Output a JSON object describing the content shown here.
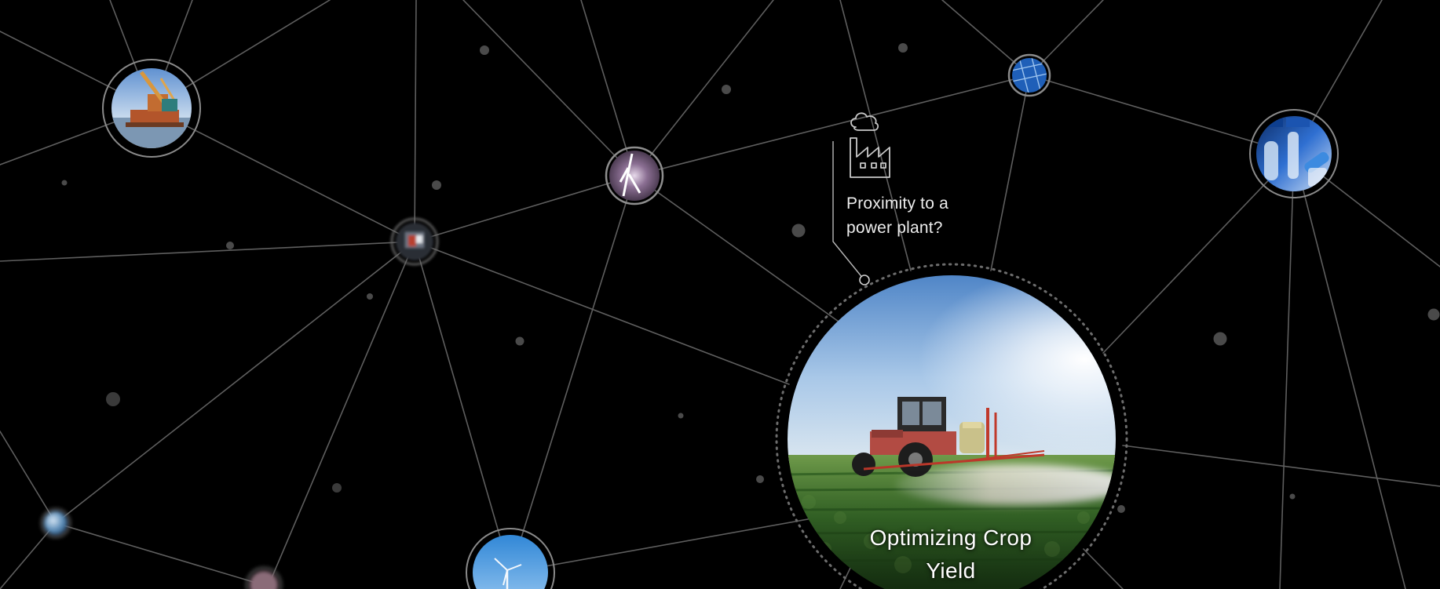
{
  "callout": {
    "icon": "factory-with-smoke-icon",
    "lines": [
      "Proximity to a",
      "power plant?"
    ]
  },
  "feature": {
    "title_lines": [
      "Optimizing Crop",
      "Yield"
    ],
    "image": "tractor-spraying-crop-field"
  },
  "nodes": [
    {
      "name": "node-dredging-ship",
      "image": "dredging-ship-on-water"
    },
    {
      "name": "node-lightning",
      "image": "lightning-bolt"
    },
    {
      "name": "node-satellite",
      "image": "satellite"
    },
    {
      "name": "node-solar-panel",
      "image": "solar-panel"
    },
    {
      "name": "node-laboratory",
      "image": "laboratory-glassware"
    },
    {
      "name": "node-earth",
      "image": "earth-globe"
    },
    {
      "name": "node-wind-turbine",
      "image": "wind-turbine"
    },
    {
      "name": "node-partial",
      "image": "blurred-photo"
    }
  ],
  "colors": {
    "background": "#000000",
    "line": "#5e5e5e",
    "text": "#ffffff",
    "sky": "#8db6e0",
    "field": "#3e7a2c"
  }
}
